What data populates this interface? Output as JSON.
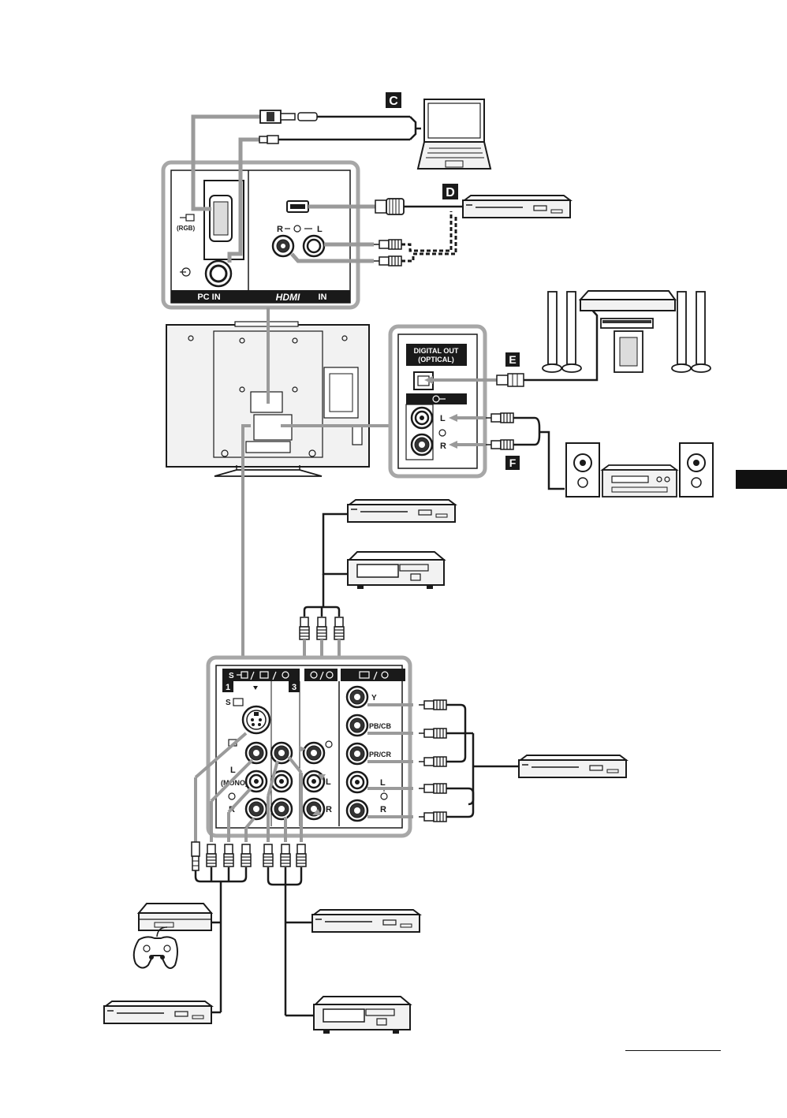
{
  "markers": {
    "c": "C",
    "d": "D",
    "e": "E",
    "f": "F"
  },
  "pc_panel": {
    "label": "PC IN",
    "rgb_label": "(RGB)"
  },
  "hdmi_panel": {
    "label": "HDMI",
    "in_label": "IN",
    "r": "R",
    "l": "L"
  },
  "digital_panel": {
    "title_line1": "DIGITAL OUT",
    "title_line2": "(OPTICAL)",
    "l": "L",
    "r": "R"
  },
  "av_panel": {
    "num1": "1",
    "num3": "3",
    "s_label": "S",
    "mono_label": "(MONO)",
    "l": "L",
    "r": "R",
    "y": "Y",
    "pb": "PB/CB",
    "pr": "PR/CR"
  },
  "colors": {
    "ink": "#1a1a1a",
    "cable_grey": "#9a9a9a",
    "panel_grey": "#a7a7a7",
    "device_fill": "#f2f2f2"
  },
  "icons": [
    "laptop-icon",
    "dvd-player-icon",
    "home-theatre-icon",
    "hifi-system-icon",
    "vcr-icon",
    "game-console-icon",
    "gamepad-icon"
  ]
}
